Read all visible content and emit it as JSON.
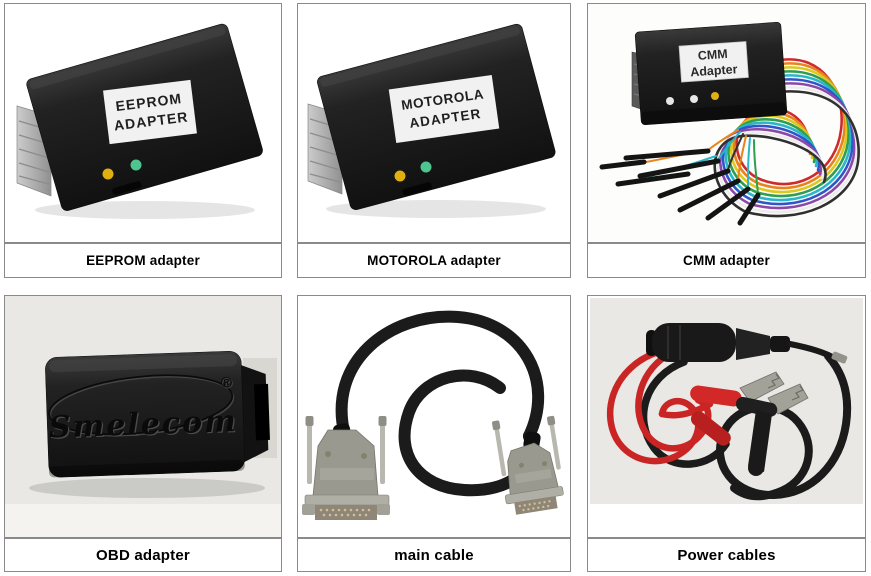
{
  "cells": [
    {
      "caption": "EEPROM adapter",
      "device_label": [
        "EEPROM",
        "ADAPTER"
      ],
      "leds": [
        "yellow",
        "green"
      ]
    },
    {
      "caption": "MOTOROLA adapter",
      "device_label": [
        "MOTOROLA",
        "ADAPTER"
      ],
      "leds": [
        "yellow",
        "green"
      ]
    },
    {
      "caption": "CMM adapter",
      "device_label": [
        "CMM",
        "Adapter"
      ],
      "leds": [
        "white",
        "white",
        "yellow"
      ]
    },
    {
      "caption": "OBD adapter",
      "brand": "Smelecom",
      "registered": "®"
    },
    {
      "caption": "main cable"
    },
    {
      "caption": "Power cables"
    }
  ],
  "colors": {
    "frame_border": "#8a8a8a",
    "caption_text": "#000000",
    "panel_bg": "#ffffff",
    "photo_bg_gray": "#e9e8e4",
    "device_black": "#1c1c1c",
    "label_bg": "#f1f1f1",
    "label_text": "#1f1f1f",
    "led_yellow": "#e0b010",
    "led_green": "#4ec490",
    "led_white": "#e6e6e6",
    "connector_silver": "#bcbcbc",
    "dsub_gray": "#9a998f",
    "pin_gold": "#cdbf96",
    "cable_black": "#1b1b1b",
    "cable_red": "#c92525",
    "clip_red": "#d32828",
    "clip_metal": "#a3a299"
  },
  "cmm_wires": [
    "#cf2a2a",
    "#e8831e",
    "#dcc81f",
    "#2f9e4f",
    "#29b6c8",
    "#2f55c9",
    "#8a48a8",
    "#ececec",
    "#303030"
  ]
}
